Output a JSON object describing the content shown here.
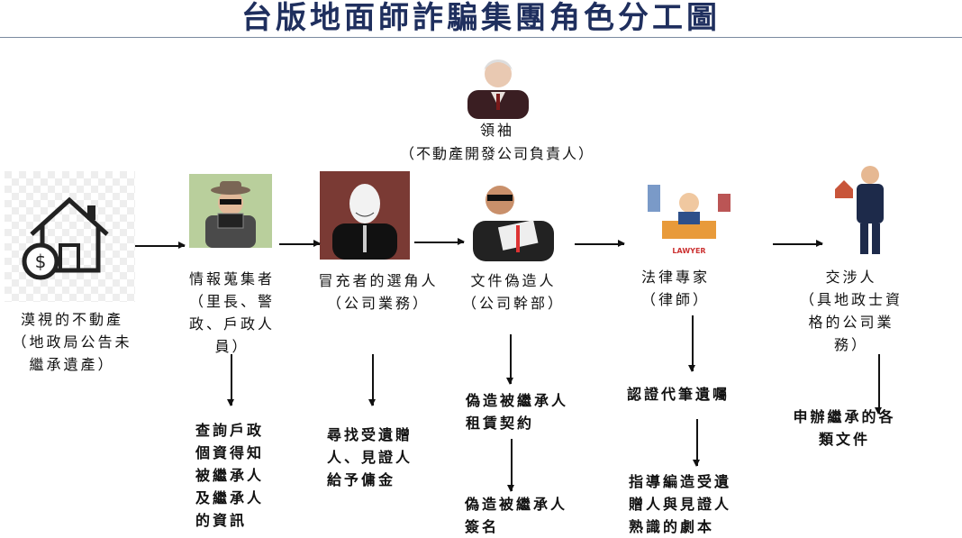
{
  "title": "台版地面師詐騙集團角色分工圖",
  "leader": {
    "name": "領袖",
    "role": "（不動產開發公司負責人）"
  },
  "property": {
    "label": "漠視的不動產\n（地政局公告未\n繼承遺產）"
  },
  "roles": [
    {
      "label": "情報蒐集者\n（里長、警\n政、戶政人\n員）",
      "tasks": [
        "查詢戶政\n個資得知\n被繼承人\n及繼承人\n的資訊"
      ]
    },
    {
      "label": "冒充者的選角人\n（公司業務）",
      "tasks": [
        "尋找受遺贈\n人、見證人\n給予傭金"
      ]
    },
    {
      "label": "文件偽造人\n（公司幹部）",
      "tasks": [
        "偽造被繼承人\n租賃契約",
        "偽造被繼承人\n簽名"
      ]
    },
    {
      "label": "法律專家\n（律師）",
      "badge": "LAWYER",
      "tasks": [
        "認證代筆遺囑",
        "指導編造受遺\n贈人與見證人\n熟識的劇本"
      ]
    },
    {
      "label": "交涉人\n（具地政士資\n格的公司業\n務）",
      "tasks": [
        "申辦繼承的各\n類文件"
      ]
    }
  ],
  "colors": {
    "title": "#1f2f5e"
  }
}
